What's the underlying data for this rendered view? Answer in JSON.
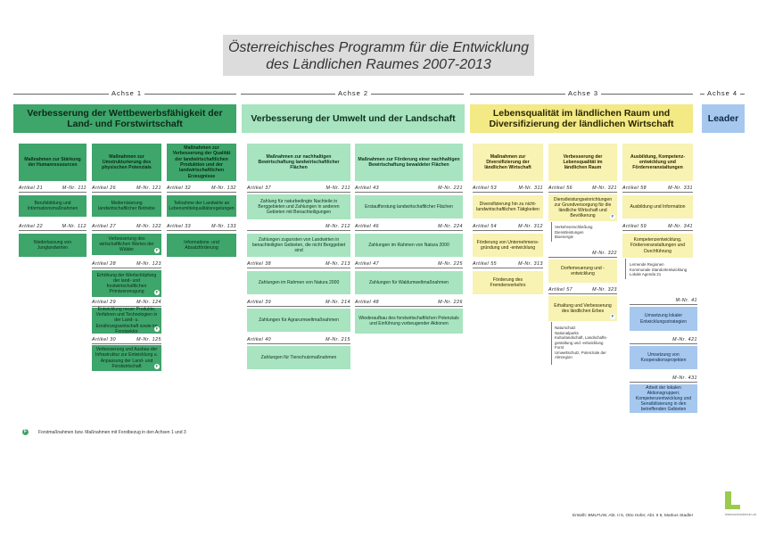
{
  "title": {
    "line1": "Österreichisches Programm für die Entwicklung",
    "line2": "des Ländlichen Raumes 2007-2013"
  },
  "axes": [
    "Achse 1",
    "Achse 2",
    "Achse 3",
    "Achse 4"
  ],
  "axis_headers": {
    "a1": "Verbesserung der Wettbewerbsfähigkeit der Land- und Forstwirtschaft",
    "a2": "Verbesserung der Umwelt und der Landschaft",
    "a3": "Lebensqualität im ländlichen Raum und Diversifizierung der ländlichen Wirtschaft",
    "a4": "Leader"
  },
  "measure_groups": {
    "a1_c1": "Maßnahmen zur Stärkung der Humanressourcen",
    "a1_c2": "Maßnahmen zur Umstrukturierung des physischen Potenzials",
    "a1_c3": "Maßnahmen zur Verbesserung der Qualität der landwirtschaftlichen Produktion und der landwirtschaftlichen Erzeugnisse",
    "a2_c1": "Maßnahmen zur nachhaltigen Bewirtschaftung landwirtschaftlicher Flächen",
    "a2_c2": "Maßnahmen zur Förderung einer nachhaltigen Bewirtschaftung bewaldeter Flächen",
    "a3_c1": "Maßnahmen zur Diversifizierung der ländlichen Wirtschaft",
    "a3_c2": "Verbesserung der Lebensqualität im ländlichen Raum",
    "a3_c3": "Ausbildung, Kompetenz-entwicklung und Förderveranstaltungen"
  },
  "measures": {
    "a1c1": [
      {
        "art": "Artikel 21",
        "nr": "M-Nr. 111",
        "text": "Berufsbildung und Informationsmaßnahmen"
      },
      {
        "art": "Artikel 22",
        "nr": "M-Nr. 112",
        "text": "Niederlassung von Junglandwirten"
      }
    ],
    "a1c2": [
      {
        "art": "Artikel 26",
        "nr": "M-Nr. 121",
        "text": "Modernisierung landwirtschaftlicher Betriebe"
      },
      {
        "art": "Artikel 27",
        "nr": "M-Nr. 122",
        "text": "Verbesserung des wirtschaftlichen Wertes der Wälder"
      },
      {
        "art": "Artikel 28",
        "nr": "M-Nr. 123",
        "text": "Erhöhung der Wertschöpfung der land- und forstwirtschaftlichen Primärerzeugung"
      },
      {
        "art": "Artikel 29",
        "nr": "M-Nr. 124",
        "text": "Entwicklung neuer Produkte, Verfahren und Technologien in der Land- u. Ernährungswirtschaft sowie im Forstsektor"
      },
      {
        "art": "Artikel 30",
        "nr": "M-Nr. 125",
        "text": "Verbesserung und Ausbau der Infrastruktur zur Entwicklung u. Anpassung der Land- und Forstwirtschaft"
      }
    ],
    "a1c3": [
      {
        "art": "Artikel 32",
        "nr": "M-Nr. 132",
        "text": "Teilnahme der Landwirte an Lebensmittelqualitätsregelungen"
      },
      {
        "art": "Artikel 33",
        "nr": "M-Nr. 133",
        "text": "Informations- und Absatzförderung"
      }
    ],
    "a2c1": [
      {
        "art": "Artikel 37",
        "nr": "M-Nr. 211",
        "text": "Zahlung für naturbedingte Nachteile in Berggebieten und Zahlungen in anderen Gebieten mit Benachteiligungen"
      },
      {
        "art": "",
        "nr": "M-Nr. 212",
        "text": "Zahlungen zugunsten von Landwirten in benachteiligten Gebieten, die nicht Berggebiet sind"
      },
      {
        "art": "Artikel 38",
        "nr": "M-Nr. 213",
        "text": "Zahlungen im Rahmen von Natura 2000"
      },
      {
        "art": "Artikel 39",
        "nr": "M-Nr. 214",
        "text": "Zahlungen für Agrarumweltmaßnahmen"
      },
      {
        "art": "Artikel 40",
        "nr": "M-Nr. 215",
        "text": "Zahlungen für Tierschutzmaßnahmen"
      }
    ],
    "a2c2": [
      {
        "art": "Artikel 43",
        "nr": "M-Nr. 221",
        "text": "Erstaufforstung landwirtschaftlicher Flächen"
      },
      {
        "art": "Artikel 46",
        "nr": "M-Nr. 224",
        "text": "Zahlungen im Rahmen von Natura 2000"
      },
      {
        "art": "Artikel 47",
        "nr": "M-Nr. 225",
        "text": "Zahlungen für Waldumweltmaßnahmen"
      },
      {
        "art": "Artikel 48",
        "nr": "M-Nr. 226",
        "text": "Wiederaufbau des forstwirtschaftlichen Potenzials und Einführung vorbeugender Aktionen"
      }
    ],
    "a3c1": [
      {
        "art": "Artikel 53",
        "nr": "M-Nr. 311",
        "text": "Diversifizierung hin zu nicht-landwirtschaftlichen Tätigkeiten"
      },
      {
        "art": "Artikel 54",
        "nr": "M-Nr. 312",
        "text": "Förderung von Unternehmens-gründung und -entwicklung"
      },
      {
        "art": "Artikel 55",
        "nr": "M-Nr. 313",
        "text": "Förderung des Fremdenverkehrs"
      }
    ],
    "a3c2": [
      {
        "art": "Artikel 56",
        "nr": "M-Nr. 321",
        "text": "Dienstleistungseinrichtungen zur Grundversorgung für die ländliche Wirtschaft und Bevölkerung"
      },
      {
        "art": "",
        "nr": "M-Nr. 322",
        "text": "Dorferneuerung und -entwicklung"
      },
      {
        "art": "Artikel 57",
        "nr": "M-Nr. 323",
        "text": "Erhaltung und Verbesserung des ländlichen Erbes"
      }
    ],
    "a3c3": [
      {
        "art": "Artikel 58",
        "nr": "M-Nr. 331",
        "text": "Ausbildung und Information"
      },
      {
        "art": "Artikel 59",
        "nr": "M-Nr. 341",
        "text": "Kompetenzentwicklung, Förderveranstaltungen und Durchführung"
      }
    ],
    "a4": [
      {
        "nr": "M-Nr. 41",
        "text": "Umsetzung lokaler Entwicklungsstrategien"
      },
      {
        "nr": "M-Nr. 421",
        "text": "Umsetzung von Kooperationsprojekten"
      },
      {
        "nr": "M-Nr. 431",
        "text": "Arbeit der lokalen Aktionsgruppen; Kompetenzentwicklung und Sensibilisierung in den betreffenden Gebieten"
      }
    ]
  },
  "notes": {
    "n321": [
      "Verkehrserschließung",
      "Dienstleistungen",
      "Bioenergie"
    ],
    "n341": [
      "Lernende Regionen",
      "Kommunale Standortentwicklung",
      "Lokale Agenda 21"
    ],
    "n323": [
      "Naturschutz",
      "Nationalparks",
      "Kulturlandschaft, Landschafts-gestaltung und -entwicklung",
      "Forst",
      "Umweltschutz, Potenziale der Almregion"
    ]
  },
  "legend": {
    "symbol": "F",
    "text": "Forstmaßnahmen bzw. Maßnahmen mit Forstbezug in den Achsen 1 und 3"
  },
  "footer": {
    "credit": "Erstellt: BMLFUW, Abt. II 5, Otto Hofer, Abt. II 6, Markus Stadler",
    "logo_text": "lebensministerium.at"
  },
  "colors": {
    "axis1": "#3ea56b",
    "axis2": "#a7e4bf",
    "axis3": "#f3e985",
    "axis4": "#a6c8ee"
  }
}
